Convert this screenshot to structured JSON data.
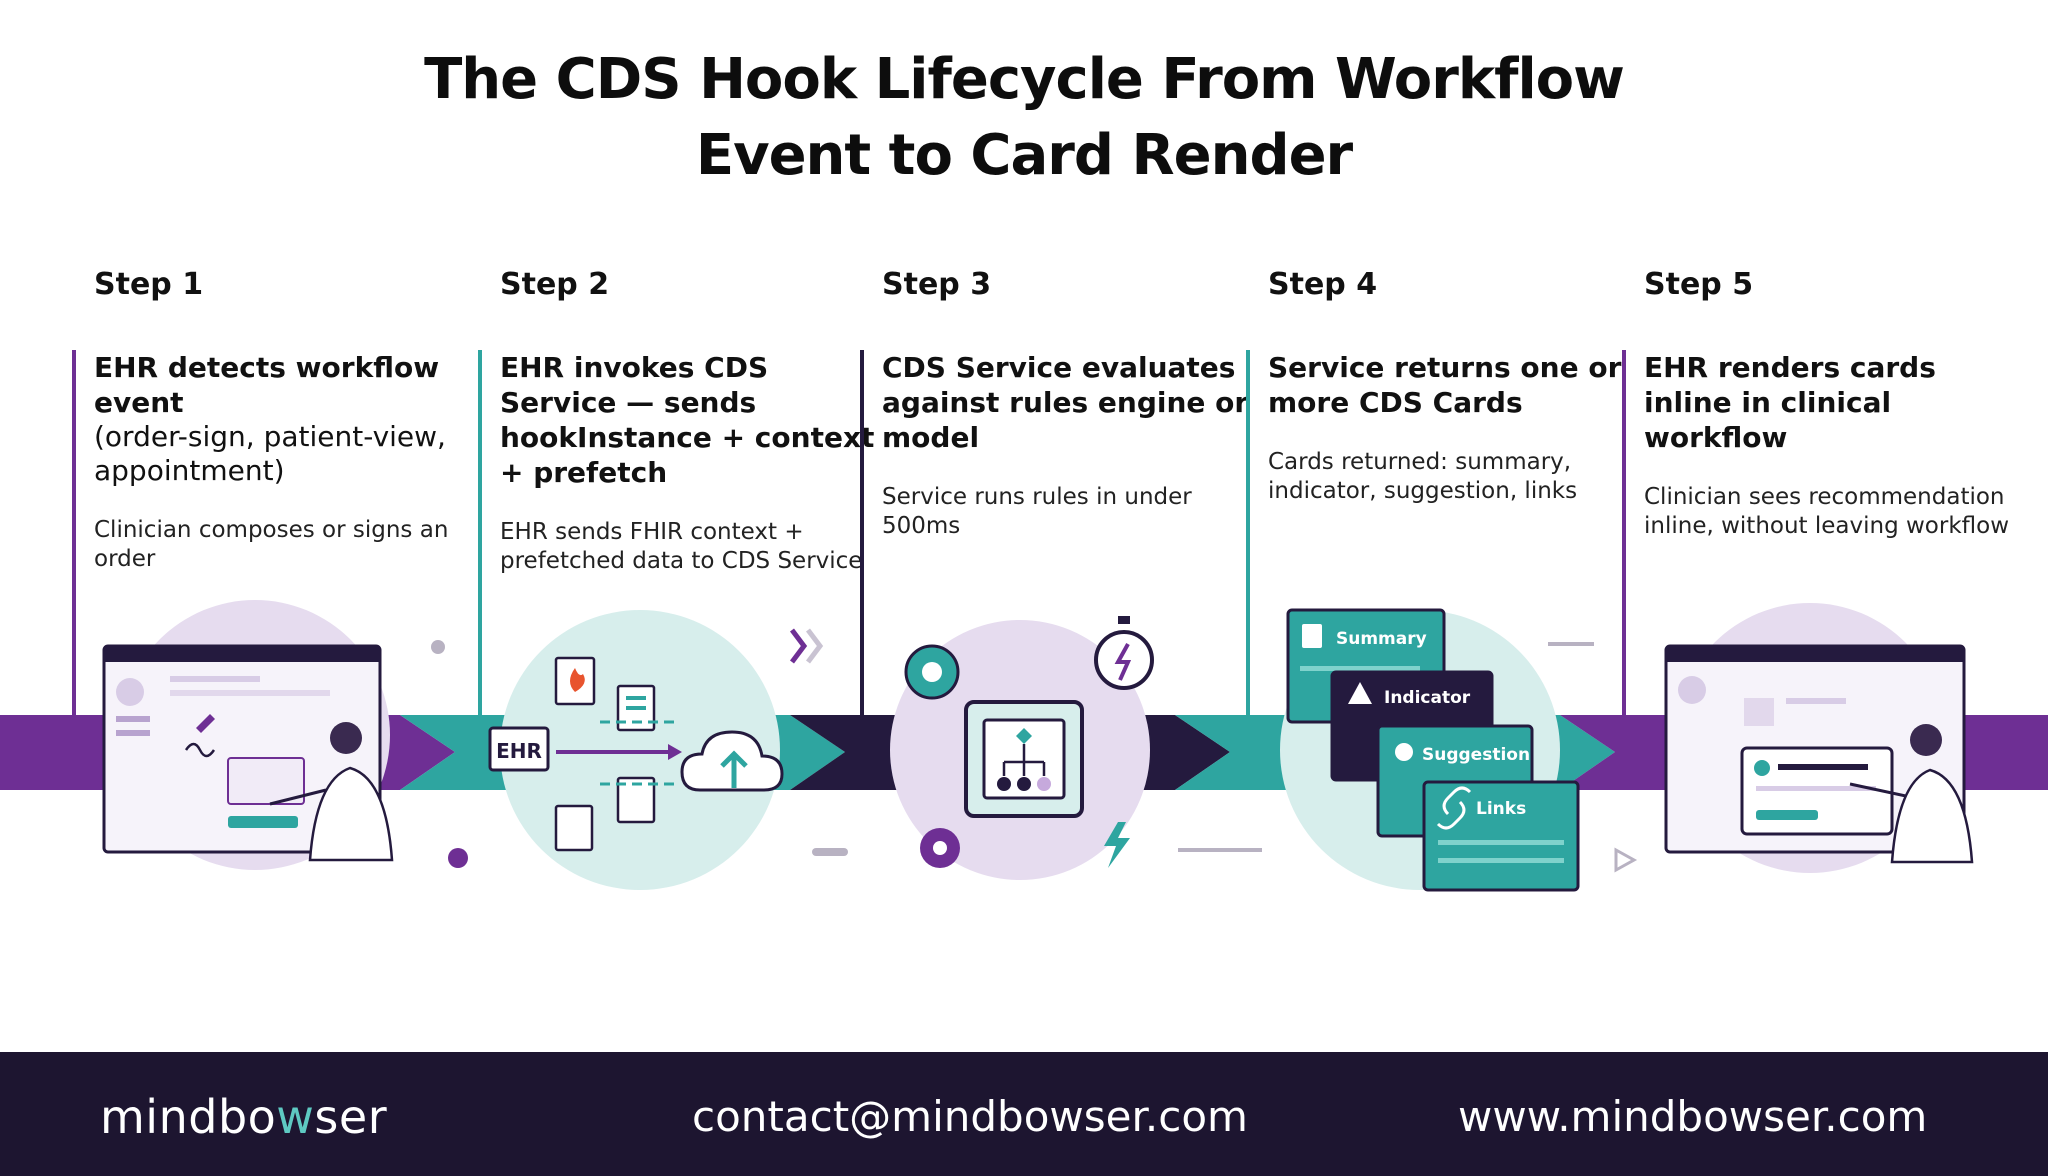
{
  "title": {
    "line1": "The CDS Hook Lifecycle From Workflow",
    "line2": "Event to Card Render"
  },
  "steps": [
    {
      "label": "Step 1",
      "heading": "EHR detects workflow event",
      "heading_extra": "(order-sign, patient-view, appointment)",
      "description": "Clinician composes or signs an order"
    },
    {
      "label": "Step 2",
      "heading": "EHR invokes CDS Service — sends hookInstance + context + prefetch",
      "heading_extra": "",
      "description": "EHR sends FHIR context + prefetched data to CDS Service"
    },
    {
      "label": "Step 3",
      "heading": "CDS Service evaluates against rules engine or model",
      "heading_extra": "",
      "description": "Service runs rules in under 500ms"
    },
    {
      "label": "Step 4",
      "heading": "Service returns one or more CDS Cards",
      "heading_extra": "",
      "description": "Cards returned: summary, indicator, suggestion, links"
    },
    {
      "label": "Step 5",
      "heading": "EHR renders cards inline in clinical workflow",
      "heading_extra": "",
      "description": "Clinician sees recommendation inline, without leaving workflow"
    }
  ],
  "illustrations": {
    "ehr_box_label": "EHR",
    "cards": [
      "Summary",
      "Indicator",
      "Suggestion",
      "Links"
    ]
  },
  "colors": {
    "purple": "#6e2f94",
    "teal": "#2ea5a0",
    "navy": "#241a3e",
    "light_purple": "#e6dcef",
    "light_teal": "#d7eeec",
    "footer": "#1d1530"
  },
  "footer": {
    "brand_prefix": "mindbo",
    "brand_accent": "w",
    "brand_suffix": "ser",
    "email": "contact@mindbowser.com",
    "website": "www.mindbowser.com"
  }
}
